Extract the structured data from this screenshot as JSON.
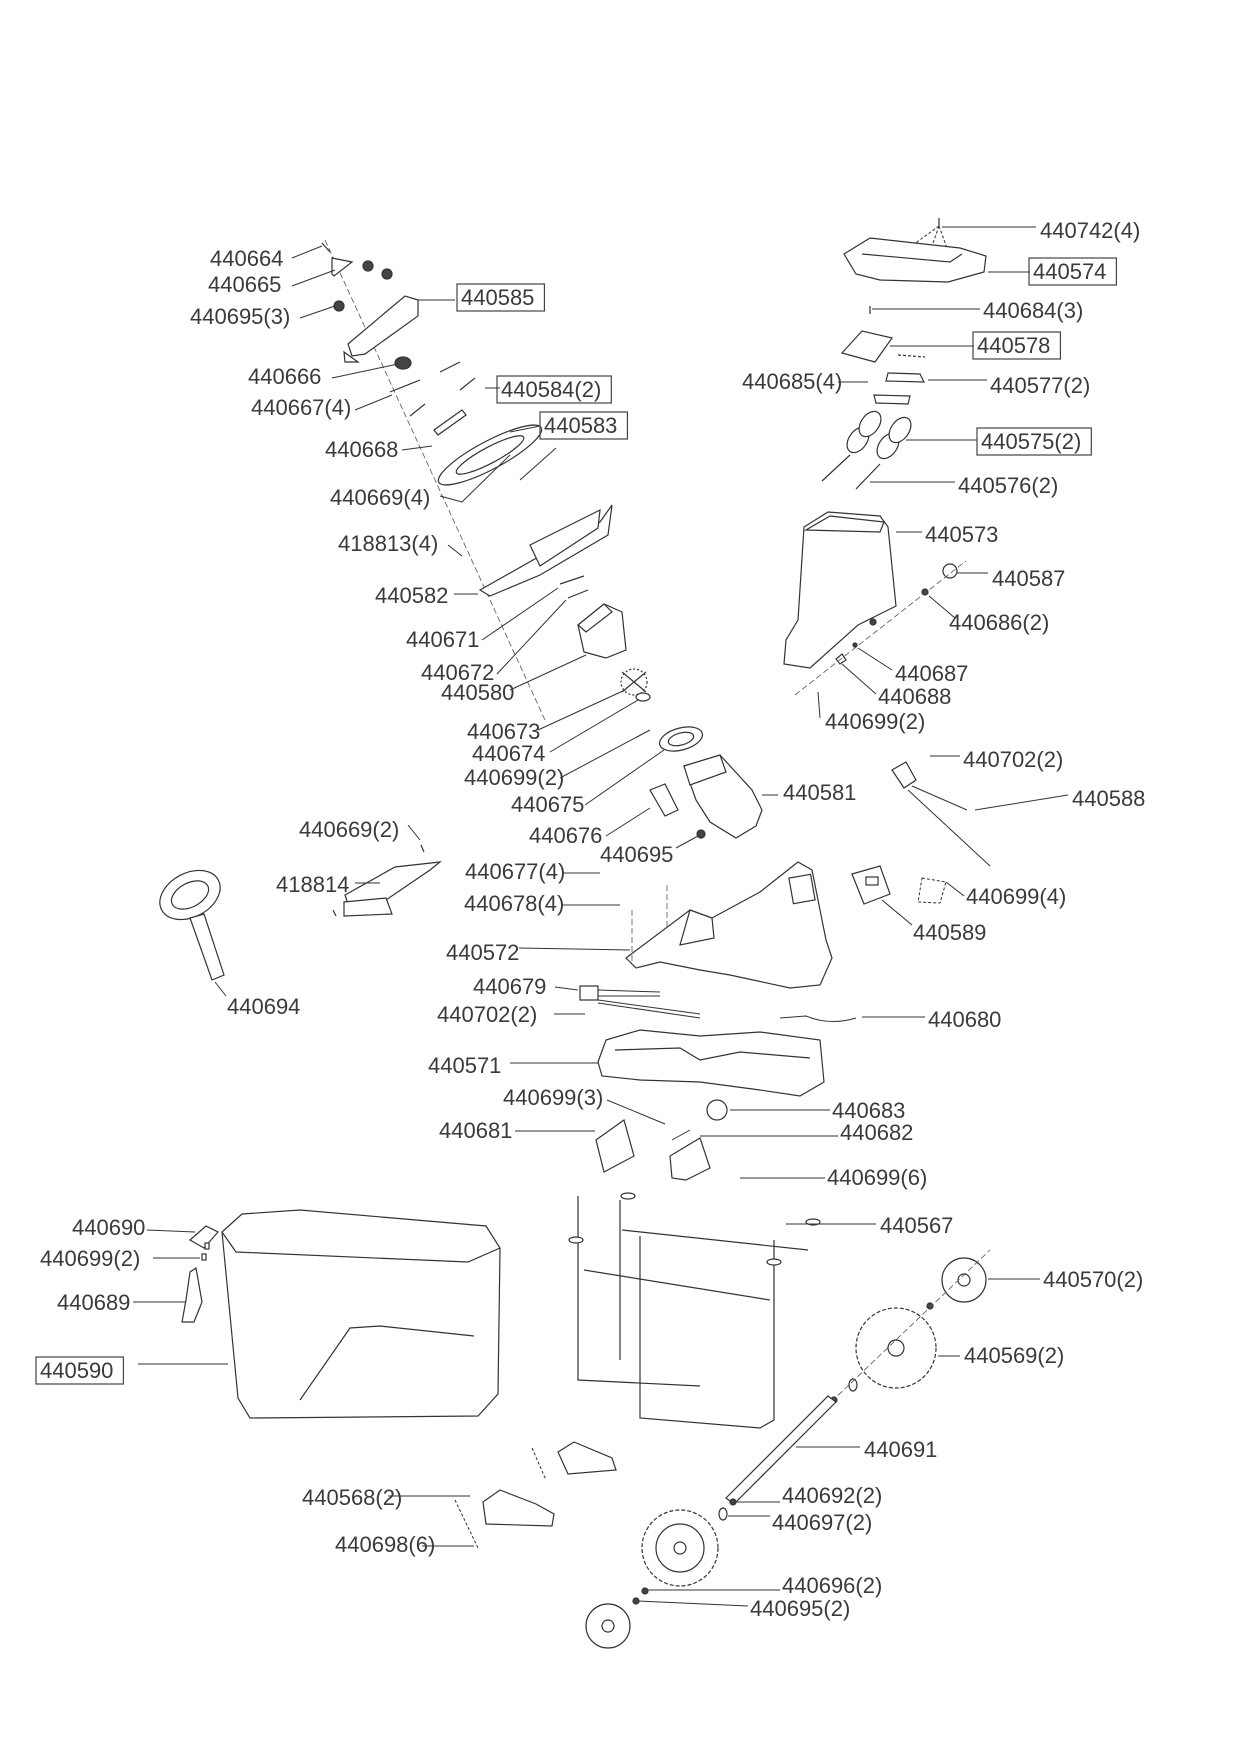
{
  "title": "Exploded parts diagram",
  "labels": [
    {
      "id": "l01",
      "text": "440664",
      "boxed": false
    },
    {
      "id": "l02",
      "text": "440665",
      "boxed": false
    },
    {
      "id": "l03",
      "text": "440695(3)",
      "boxed": false
    },
    {
      "id": "l04",
      "text": "440585",
      "boxed": true
    },
    {
      "id": "l05",
      "text": "440666",
      "boxed": false
    },
    {
      "id": "l06",
      "text": "440667(4)",
      "boxed": false
    },
    {
      "id": "l07",
      "text": "440584(2)",
      "boxed": true
    },
    {
      "id": "l08",
      "text": "440668",
      "boxed": false
    },
    {
      "id": "l09",
      "text": "440583",
      "boxed": true
    },
    {
      "id": "l10",
      "text": "440669(4)",
      "boxed": false
    },
    {
      "id": "l11",
      "text": "418813(4)",
      "boxed": false
    },
    {
      "id": "l12",
      "text": "440582",
      "boxed": false
    },
    {
      "id": "l13",
      "text": "440671",
      "boxed": false
    },
    {
      "id": "l14",
      "text": "440672",
      "boxed": false
    },
    {
      "id": "l15",
      "text": "440580",
      "boxed": false
    },
    {
      "id": "l16",
      "text": "440673",
      "boxed": false
    },
    {
      "id": "l17",
      "text": "440674",
      "boxed": false
    },
    {
      "id": "l18",
      "text": "440699(2)",
      "boxed": false
    },
    {
      "id": "l19",
      "text": "440675",
      "boxed": false
    },
    {
      "id": "l20",
      "text": "440676",
      "boxed": false
    },
    {
      "id": "l21",
      "text": "440695",
      "boxed": false
    },
    {
      "id": "l22",
      "text": "440581",
      "boxed": false
    },
    {
      "id": "l23",
      "text": "440742(4)",
      "boxed": false
    },
    {
      "id": "l24",
      "text": "440574",
      "boxed": true
    },
    {
      "id": "l25",
      "text": "440684(3)",
      "boxed": false
    },
    {
      "id": "l26",
      "text": "440578",
      "boxed": true
    },
    {
      "id": "l27",
      "text": "440685(4)",
      "boxed": false
    },
    {
      "id": "l28",
      "text": "440577(2)",
      "boxed": false
    },
    {
      "id": "l29",
      "text": "440575(2)",
      "boxed": true
    },
    {
      "id": "l30",
      "text": "440576(2)",
      "boxed": false
    },
    {
      "id": "l31",
      "text": "440573",
      "boxed": false
    },
    {
      "id": "l32",
      "text": "440587",
      "boxed": false
    },
    {
      "id": "l33",
      "text": "440686(2)",
      "boxed": false
    },
    {
      "id": "l34",
      "text": "440687",
      "boxed": false
    },
    {
      "id": "l35",
      "text": "440688",
      "boxed": false
    },
    {
      "id": "l36",
      "text": "440699(2)",
      "boxed": false
    },
    {
      "id": "l37",
      "text": "440702(2)",
      "boxed": false
    },
    {
      "id": "l38",
      "text": "440588",
      "boxed": false
    },
    {
      "id": "l39",
      "text": "440699(4)",
      "boxed": false
    },
    {
      "id": "l40",
      "text": "440589",
      "boxed": false
    },
    {
      "id": "l41",
      "text": "440669(2)",
      "boxed": false
    },
    {
      "id": "l42",
      "text": "418814",
      "boxed": false
    },
    {
      "id": "l43",
      "text": "440694",
      "boxed": false
    },
    {
      "id": "l44",
      "text": "440677(4)",
      "boxed": false
    },
    {
      "id": "l45",
      "text": "440678(4)",
      "boxed": false
    },
    {
      "id": "l46",
      "text": "440572",
      "boxed": false
    },
    {
      "id": "l47",
      "text": "440679",
      "boxed": false
    },
    {
      "id": "l48",
      "text": "440702(2)",
      "boxed": false
    },
    {
      "id": "l49",
      "text": "440680",
      "boxed": false
    },
    {
      "id": "l50",
      "text": "440571",
      "boxed": false
    },
    {
      "id": "l51",
      "text": "440699(3)",
      "boxed": false
    },
    {
      "id": "l52",
      "text": "440683",
      "boxed": false
    },
    {
      "id": "l53",
      "text": "440681",
      "boxed": false
    },
    {
      "id": "l54",
      "text": "440682",
      "boxed": false
    },
    {
      "id": "l55",
      "text": "440699(6)",
      "boxed": false
    },
    {
      "id": "l56",
      "text": "440690",
      "boxed": false
    },
    {
      "id": "l57",
      "text": "440699(2)",
      "boxed": false
    },
    {
      "id": "l58",
      "text": "440689",
      "boxed": false
    },
    {
      "id": "l59",
      "text": "440590",
      "boxed": true
    },
    {
      "id": "l60",
      "text": "440567",
      "boxed": false
    },
    {
      "id": "l61",
      "text": "440570(2)",
      "boxed": false
    },
    {
      "id": "l62",
      "text": "440569(2)",
      "boxed": false
    },
    {
      "id": "l63",
      "text": "440691",
      "boxed": false
    },
    {
      "id": "l64",
      "text": "440568(2)",
      "boxed": false
    },
    {
      "id": "l65",
      "text": "440692(2)",
      "boxed": false
    },
    {
      "id": "l66",
      "text": "440697(2)",
      "boxed": false
    },
    {
      "id": "l67",
      "text": "440698(6)",
      "boxed": false
    },
    {
      "id": "l68",
      "text": "440696(2)",
      "boxed": false
    },
    {
      "id": "l69",
      "text": "440695(2)",
      "boxed": false
    }
  ]
}
